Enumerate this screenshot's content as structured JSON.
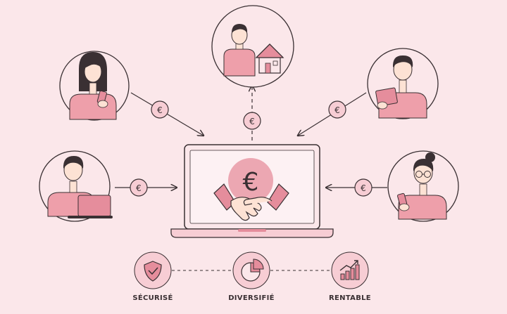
{
  "colors": {
    "background": "#fbe7ea",
    "accent": "#e58d9c",
    "accent_light": "#f7cdd4",
    "line": "#3a3033",
    "skin": "#fde2d4"
  },
  "investors": [
    {
      "name": "investor-woman-phone",
      "device": "phone"
    },
    {
      "name": "investor-man-laptop",
      "device": "laptop"
    },
    {
      "name": "project-owner-house",
      "device": "house-icon"
    },
    {
      "name": "investor-man-tablet",
      "device": "tablet"
    },
    {
      "name": "investor-woman-glasses-phone",
      "device": "phone"
    }
  ],
  "center": {
    "icon": "laptop-handshake-euro-icon",
    "currency_symbol": "€"
  },
  "features": [
    {
      "icon": "shield-check-icon",
      "label": "SÉCURISÉ"
    },
    {
      "icon": "pie-chart-icon",
      "label": "DIVERSIFIÉ"
    },
    {
      "icon": "rising-bar-chart-icon",
      "label": "RENTABLE"
    }
  ]
}
